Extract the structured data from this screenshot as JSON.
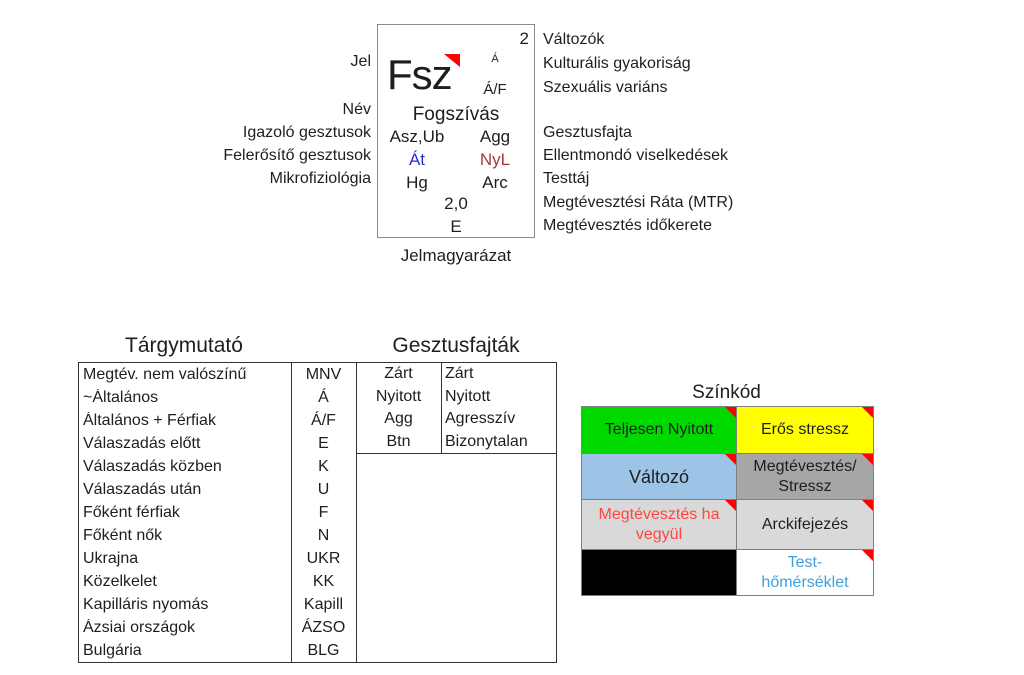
{
  "legend_box": {
    "caption": "Jelmagyarázat",
    "variables_count": "2",
    "symbol": "Fsz",
    "cultural_frequency": "Á",
    "sexual_variant": "Á/F",
    "name": "Fogszívás",
    "confirming_gestures": "Asz,Ub",
    "gesture_type": "Agg",
    "amplifying_gestures": "Át",
    "contradicting_behaviors": "NyL",
    "microphysiology": "Hg",
    "body_area": "Arc",
    "deception_rate": "2,0",
    "deception_timeframe": "E",
    "left_labels": [
      "Jel",
      "Név",
      "Igazoló gesztusok",
      "Felerősítő gesztusok",
      "Mikrofiziológia"
    ],
    "right_labels": [
      "Változók",
      "Kulturális gyakoriság",
      "Szexuális variáns",
      "Gesztusfajta",
      "Ellentmondó viselkedések",
      "Testtáj",
      "Megtévesztési Ráta (MTR)",
      "Megtévesztés időkerete"
    ],
    "colors": {
      "flag_red": "#ff0000",
      "amplifying_blue": "#2633cc",
      "contradicting_red": "#a33a3a"
    }
  },
  "index_table": {
    "title": "Tárgymutató",
    "rows": [
      {
        "label": "Megtév. nem valószínű",
        "abbr": "MNV"
      },
      {
        "label": "~Általános",
        "abbr": "Á"
      },
      {
        "label": "Általános + Férfiak",
        "abbr": "Á/F"
      },
      {
        "label": "Válaszadás előtt",
        "abbr": "E"
      },
      {
        "label": "Válaszadás közben",
        "abbr": "K"
      },
      {
        "label": "Válaszadás után",
        "abbr": "U"
      },
      {
        "label": "Főként férfiak",
        "abbr": "F"
      },
      {
        "label": "Főként nők",
        "abbr": "N"
      },
      {
        "label": "Ukrajna",
        "abbr": "UKR"
      },
      {
        "label": "Közelkelet",
        "abbr": "KK"
      },
      {
        "label": "Kapilláris nyomás",
        "abbr": "Kapill"
      },
      {
        "label": "Ázsiai országok",
        "abbr": "ÁZSO"
      },
      {
        "label": "Bulgária",
        "abbr": "BLG"
      }
    ]
  },
  "gesture_table": {
    "title": "Gesztusfajták",
    "rows": [
      {
        "abbr": "Zárt",
        "meaning": "Zárt"
      },
      {
        "abbr": "Nyitott",
        "meaning": "Nyitott"
      },
      {
        "abbr": "Agg",
        "meaning": "Agresszív"
      },
      {
        "abbr": "Btn",
        "meaning": "Bizonytalan"
      }
    ]
  },
  "color_code": {
    "title": "Színkód",
    "cells": [
      {
        "label": "Teljesen Nyitott",
        "bg": "#00d900",
        "color": "#1e1e1e",
        "flag": true
      },
      {
        "label": "Erős stressz",
        "bg": "#ffff00",
        "color": "#1e1e1e",
        "flag": true
      },
      {
        "label": "Változó",
        "bg": "#9dc3e6",
        "color": "#1e1e1e",
        "flag": true
      },
      {
        "label": "Megtévesztés/ Stressz",
        "bg": "#a6a6a6",
        "color": "#1e1e1e",
        "flag": true
      },
      {
        "label": "Megtévesztés ha vegyül",
        "bg": "#d9d9d9",
        "color": "#ff4540",
        "flag": true
      },
      {
        "label": "Arckifejezés",
        "bg": "#d9d9d9",
        "color": "#1e1e1e",
        "flag": true
      },
      {
        "label": "",
        "bg": "#000000",
        "color": "#000000",
        "flag": false
      },
      {
        "label": "Test- hőmérséklet",
        "bg": "#ffffff",
        "color": "#3fa0dc",
        "flag": true
      }
    ]
  }
}
